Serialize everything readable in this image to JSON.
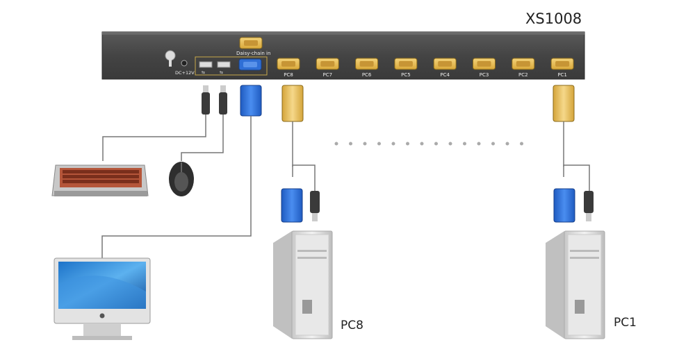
{
  "device": {
    "model": "XS1008",
    "daisy_chain_label": "Daisy-chain in",
    "power_label": "DC+12V",
    "port_labels": [
      "PC8",
      "PC7",
      "PC6",
      "PC5",
      "PC4",
      "PC3",
      "PC2",
      "PC1"
    ]
  },
  "computers": {
    "left_label": "PC8",
    "right_label": "PC1"
  },
  "colors": {
    "chassis": "#4a4a4a",
    "vga_port": "#e8b84a",
    "vga_blue": "#2f6fd6",
    "cable": "#666666",
    "dots": "#aaaaaa"
  },
  "icons": [
    "power-button-icon",
    "usb-icon",
    "usb-icon",
    "vga-port-icon",
    "keyboard-icon",
    "mouse-icon",
    "monitor-icon",
    "apple-logo-icon",
    "computer-tower-icon"
  ]
}
